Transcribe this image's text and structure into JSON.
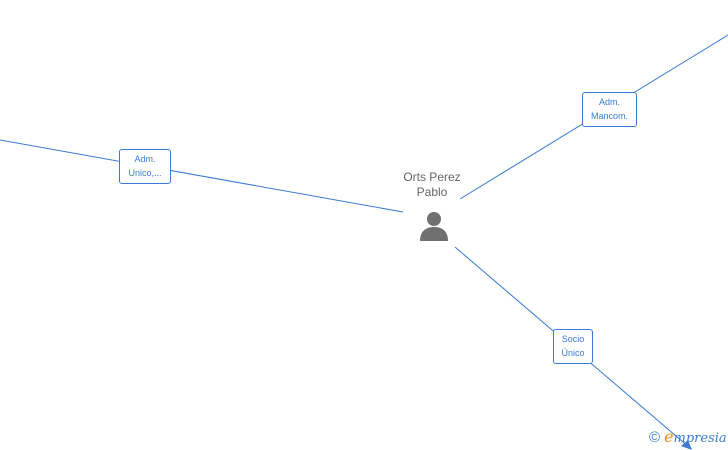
{
  "center_node": {
    "name_line1": "Orts Perez",
    "name_line2": "Pablo",
    "icon": "person-icon"
  },
  "roles": [
    {
      "id": "adm-unico",
      "line1": "Adm.",
      "line2": "Unico,..."
    },
    {
      "id": "adm-mancom",
      "line1": "Adm.",
      "line2": "Mancom."
    },
    {
      "id": "socio-unico",
      "line1": "Socio",
      "line2": "Único"
    }
  ],
  "watermark": {
    "copyright_symbol": "©",
    "brand_initial": "e",
    "brand_rest": "mpresia"
  },
  "colors": {
    "edge": "#3a7bd5",
    "node_text": "#666666",
    "icon": "#707070",
    "brand_accent": "#f28c1e"
  }
}
